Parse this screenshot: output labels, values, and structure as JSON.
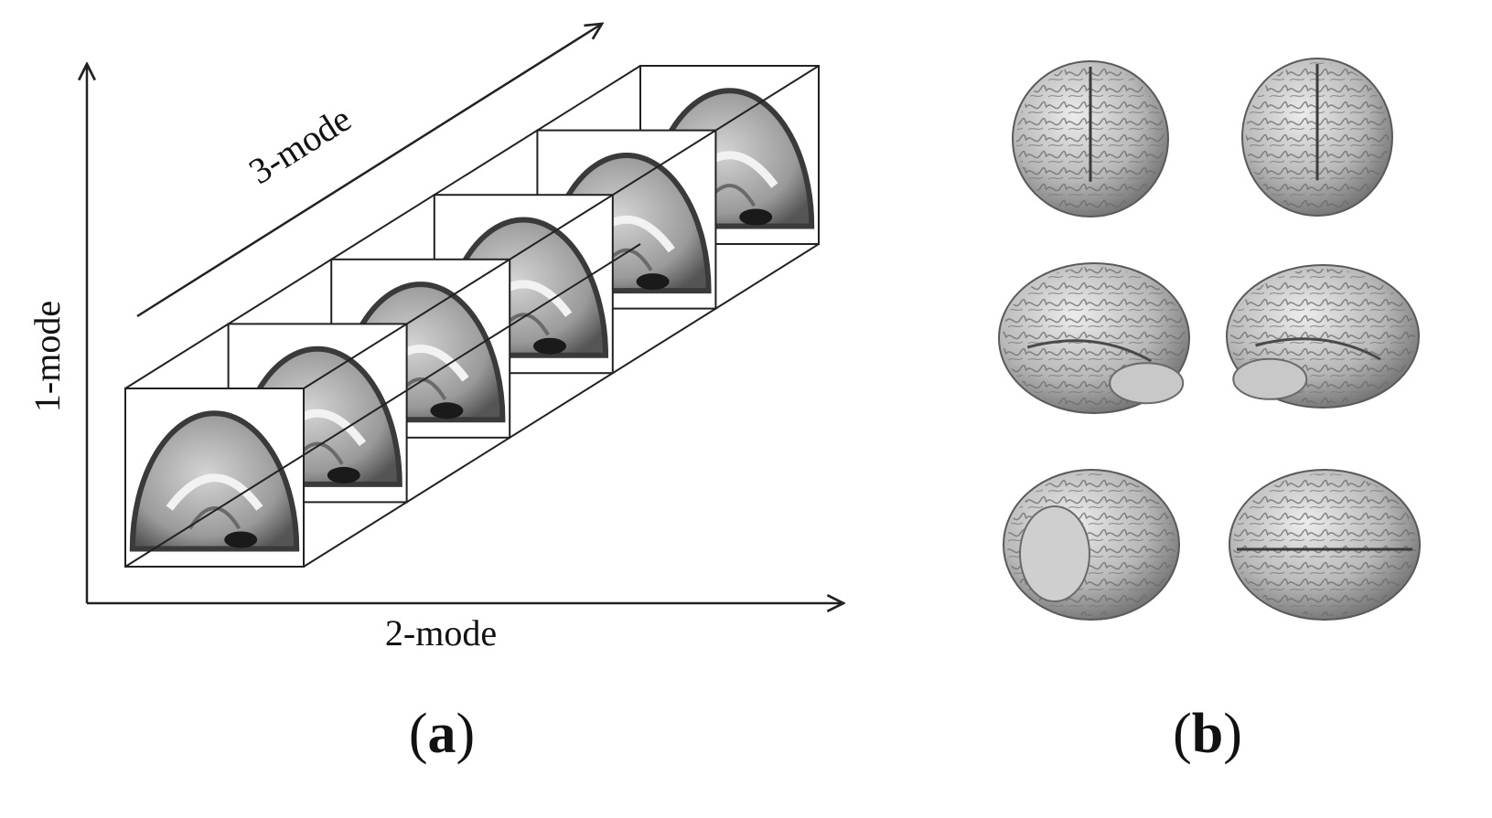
{
  "panel_a": {
    "axes": {
      "vertical": "1-mode",
      "horizontal": "2-mode",
      "depth": "3-mode"
    },
    "slice_count": 6,
    "label_open": "(",
    "label_letter": "a",
    "label_close": ")"
  },
  "panel_b": {
    "view_count": 6,
    "label_open": "(",
    "label_letter": "b",
    "label_close": ")"
  },
  "colors": {
    "line": "#222222",
    "background": "#ffffff",
    "brain_light": "#e2e2e2",
    "brain_mid": "#a9a9a9",
    "brain_dark": "#4a4a4a"
  }
}
